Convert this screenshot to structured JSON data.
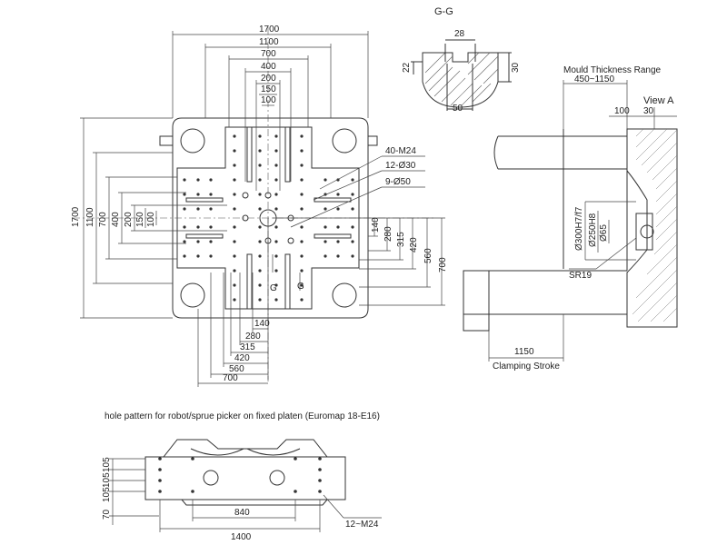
{
  "section": {
    "title": "G-G",
    "dims": [
      "28",
      "22",
      "30",
      "50"
    ]
  },
  "top_dims": [
    "1700",
    "1100",
    "700",
    "400",
    "200",
    "150",
    "100"
  ],
  "left_dims": [
    "1700",
    "1100",
    "700",
    "400",
    "200",
    "150",
    "100"
  ],
  "right_dims": [
    "140",
    "280",
    "315",
    "420",
    "560",
    "700"
  ],
  "bottom_dims": [
    "140",
    "280",
    "315",
    "420",
    "560",
    "700"
  ],
  "callouts": {
    "m24": "40-M24",
    "d30": "12-Ø30",
    "d50": "9-Ø50",
    "gmark": "G"
  },
  "side": {
    "mould_thickness_label": "Mould Thickness Range",
    "mould_thickness_value": "450~1150",
    "view_label": "View A",
    "dim_100": "100",
    "dim_30": "30",
    "d300": "Ø300H7/f7",
    "d250": "Ø250H8",
    "d65": "Ø65",
    "sr19": "SR19",
    "stroke_value": "1150",
    "stroke_label": "Clamping Stroke"
  },
  "robot": {
    "title": "hole pattern for robot/sprue picker on fixed platen (Euromap 18-E16)",
    "dims_v": [
      "105",
      "105",
      "105",
      "70"
    ],
    "dim_840": "840",
    "dim_1400": "1400",
    "callout": "12~M24"
  }
}
